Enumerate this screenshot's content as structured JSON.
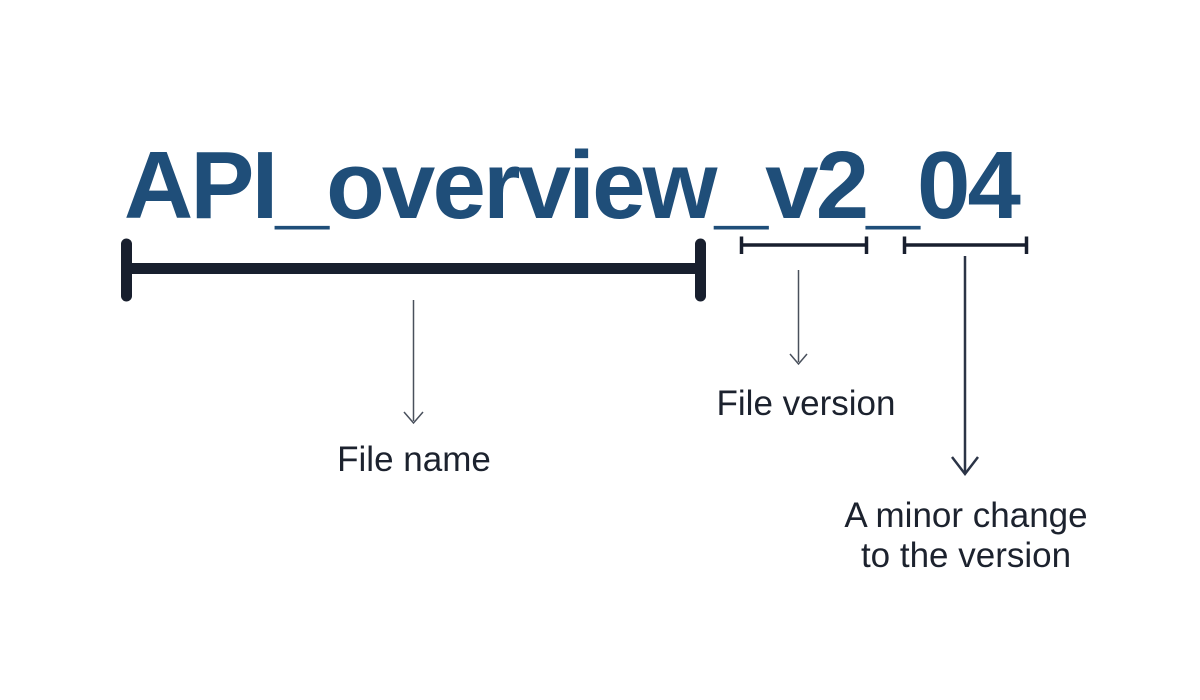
{
  "diagram": {
    "filename": "API_overview_v2_04",
    "annotations": {
      "file_name": "File name",
      "file_version": "File version",
      "minor_change": "A minor change\nto the version"
    }
  },
  "colors": {
    "filename_blue": "#1f4e79",
    "bracket_ink": "#181f2e",
    "arrow_thin": "#49505c",
    "arrow_thick": "#2b3446",
    "label_ink": "#1c222e",
    "background": "#ffffff"
  }
}
